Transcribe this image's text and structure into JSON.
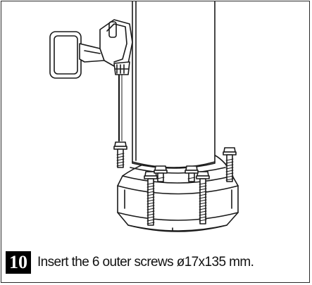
{
  "instruction": {
    "step_number": "10",
    "text": "Insert the 6 outer screws ø17x135 mm."
  },
  "illustration": {
    "parts": [
      "drill-icon",
      "pole",
      "base",
      "screw-icon"
    ],
    "screw_count": 6
  }
}
